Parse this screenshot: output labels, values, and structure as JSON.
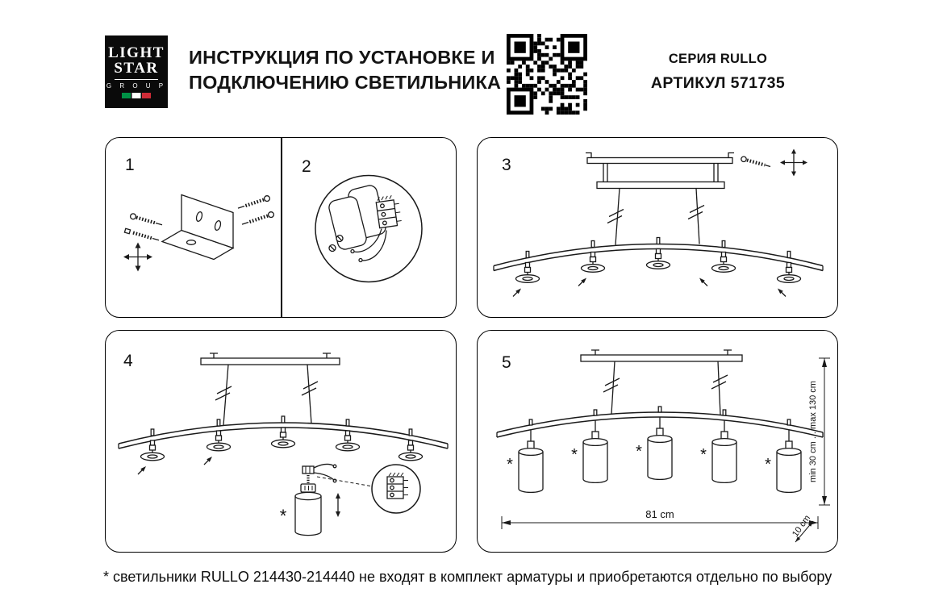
{
  "header": {
    "logo": {
      "line1": "LIGHT",
      "line2": "STAR",
      "line3": "G R O U P",
      "flag": [
        "#009246",
        "#ffffff",
        "#ce2b37"
      ]
    },
    "title_line1": "ИНСТРУКЦИЯ ПО УСТАНОВКЕ И",
    "title_line2": "ПОДКЛЮЧЕНИЮ СВЕТИЛЬНИКА",
    "series_label": "СЕРИЯ RULLO",
    "article_label": "АРТИКУЛ 571735"
  },
  "steps": {
    "s1": "1",
    "s2": "2",
    "s3": "3",
    "s4": "4",
    "s5": "5"
  },
  "marks": {
    "asterisk": "*"
  },
  "dimensions": {
    "width": "81 cm",
    "height_range": "min 30 cm ... max 130 cm",
    "shade_height": "10 cm"
  },
  "footer": {
    "note": "* светильники RULLO 214430-214440 не входят в комплект арматуры и приобретаются отдельно по выбору"
  }
}
